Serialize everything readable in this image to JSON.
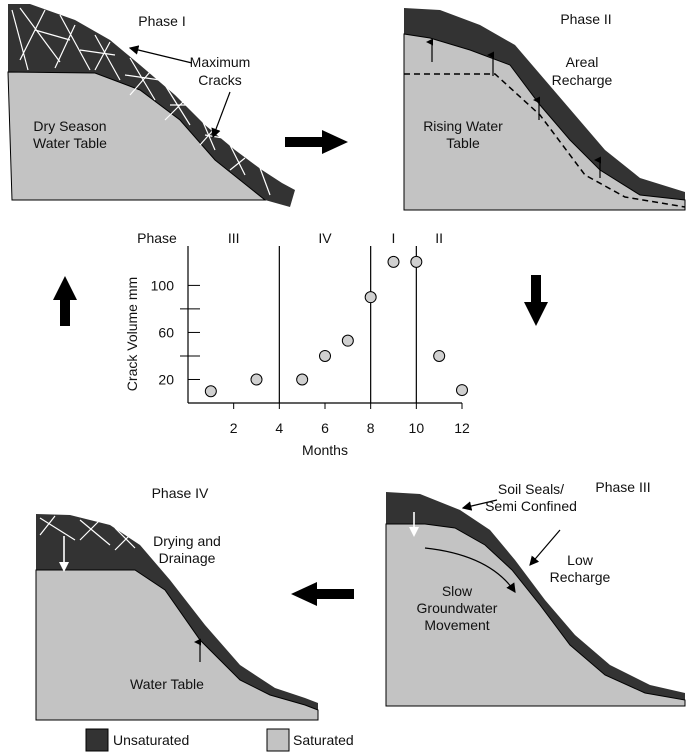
{
  "colors": {
    "unsaturated": "#333333",
    "saturated": "#c3c3c3",
    "crack_lines": "#ffffff",
    "arrow": "#000000"
  },
  "phases": {
    "phase1": {
      "title": "Phase I",
      "label_cracks": [
        "Maximum",
        "Cracks"
      ],
      "label_table": [
        "Dry Season",
        "Water Table"
      ]
    },
    "phase2": {
      "title": "Phase II",
      "label_recharge": [
        "Areal",
        "Recharge"
      ],
      "label_table": [
        "Rising Water",
        "Table"
      ]
    },
    "phase3": {
      "title": "Phase III",
      "label_seals": [
        "Soil Seals/",
        "Semi Confined"
      ],
      "label_recharge": [
        "Low",
        "Recharge"
      ],
      "label_movement": [
        "Slow",
        "Groundwater",
        "Movement"
      ]
    },
    "phase4": {
      "title": "Phase IV",
      "label_drying": [
        "Drying and",
        "Drainage"
      ],
      "label_table": "Water Table"
    }
  },
  "legend": {
    "unsaturated": "Unsaturated",
    "saturated": "Saturated"
  },
  "chart_data": {
    "type": "scatter",
    "xlabel": "Months",
    "ylabel": "Crack Volume mm",
    "xlim": [
      0,
      12
    ],
    "ylim": [
      0,
      125
    ],
    "xticks": [
      2,
      4,
      6,
      8,
      10,
      12
    ],
    "yticks": [
      20,
      60,
      100
    ],
    "minor_yticks": [
      40,
      80
    ],
    "phase_label": "Phase",
    "phase_dividers": [
      4,
      8,
      10
    ],
    "phase_bands": [
      {
        "label": "III",
        "x": 2
      },
      {
        "label": "IV",
        "x": 6
      },
      {
        "label": "I",
        "x": 9
      },
      {
        "label": "II",
        "x": 11
      }
    ],
    "points": [
      {
        "x": 1,
        "y": 10
      },
      {
        "x": 3,
        "y": 20
      },
      {
        "x": 5,
        "y": 20
      },
      {
        "x": 6,
        "y": 40
      },
      {
        "x": 7,
        "y": 53
      },
      {
        "x": 8,
        "y": 90
      },
      {
        "x": 9,
        "y": 120
      },
      {
        "x": 10,
        "y": 120
      },
      {
        "x": 11,
        "y": 40
      },
      {
        "x": 12,
        "y": 11
      }
    ]
  }
}
